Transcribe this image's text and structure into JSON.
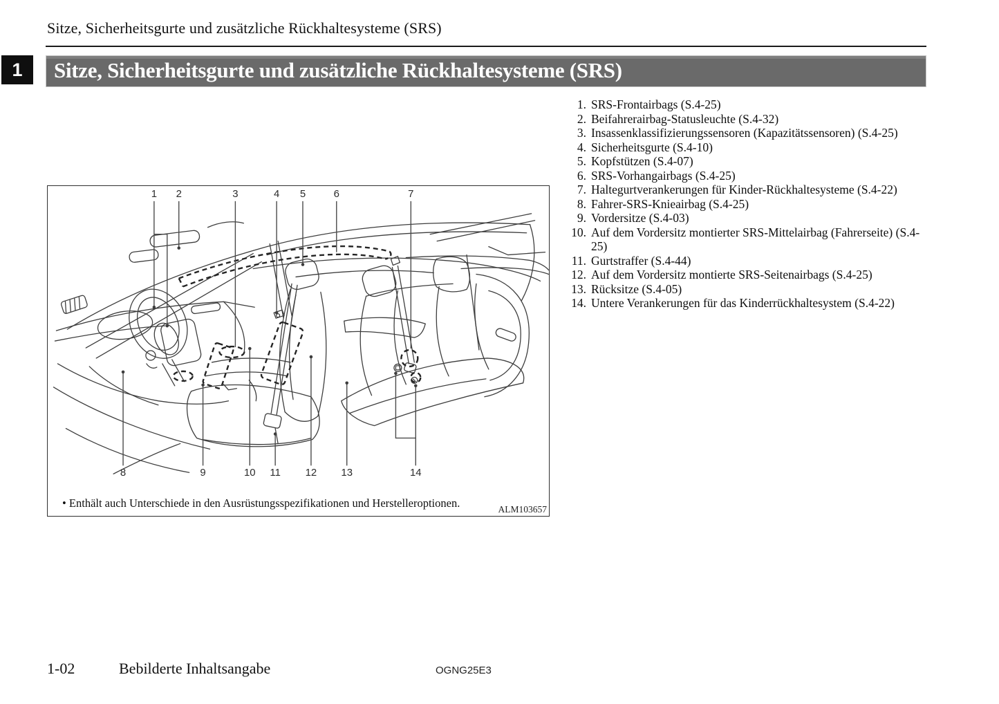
{
  "page": {
    "running_header": "Sitze, Sicherheitsgurte und zusätzliche Rückhaltesysteme (SRS)",
    "chapter_tab": "1",
    "section_banner": "Sitze, Sicherheitsgurte und zusätzliche Rückhaltesysteme (SRS)"
  },
  "figure": {
    "description": "vehicle-interior-line-drawing",
    "callout_numbers_top": [
      "1",
      "2",
      "3",
      "4",
      "5",
      "6",
      "7"
    ],
    "callout_numbers_bottom": [
      "8",
      "9",
      "10",
      "11",
      "12",
      "13",
      "14"
    ],
    "note": "• Enthält auch Unterschiede in den Ausrüstungsspezifikationen und Herstelleroptionen.",
    "image_code": "ALM103657"
  },
  "legend": {
    "items": [
      {
        "num": "1.",
        "text": "SRS-Frontairbags (S.4-25)"
      },
      {
        "num": "2.",
        "text": "Beifahrerairbag-Statusleuchte (S.4-32)"
      },
      {
        "num": "3.",
        "text": "Insassenklassifizierungssensoren (Kapazitätssensoren) (S.4-25)"
      },
      {
        "num": "4.",
        "text": "Sicherheitsgurte (S.4-10)"
      },
      {
        "num": "5.",
        "text": "Kopfstützen (S.4-07)"
      },
      {
        "num": "6.",
        "text": "SRS-Vorhangairbags (S.4-25)"
      },
      {
        "num": "7.",
        "text": "Haltegurtverankerungen für Kinder-Rückhaltesysteme (S.4-22)"
      },
      {
        "num": "8.",
        "text": "Fahrer-SRS-Knieairbag (S.4-25)"
      },
      {
        "num": "9.",
        "text": "Vordersitze (S.4-03)"
      },
      {
        "num": "10.",
        "text": "Auf dem Vordersitz montierter SRS-Mittelairbag (Fahrerseite) (S.4-25)"
      },
      {
        "num": "11.",
        "text": "Gurtstraffer (S.4-44)"
      },
      {
        "num": "12.",
        "text": "Auf dem Vordersitz montierte SRS-Seitenairbags (S.4-25)"
      },
      {
        "num": "13.",
        "text": "Rücksitze (S.4-05)"
      },
      {
        "num": "14.",
        "text": "Untere Verankerungen für das Kinderrückhaltesystem (S.4-22)"
      }
    ]
  },
  "footer": {
    "page_number": "1-02",
    "section_title": "Bebilderte Inhaltsangabe",
    "doc_code": "OGNG25E3"
  },
  "colors": {
    "banner_bg": "#6a6a6a",
    "tab_bg": "#0f0f0f",
    "sketch_line": "#3d3d3d",
    "dashed_line": "#242424"
  }
}
